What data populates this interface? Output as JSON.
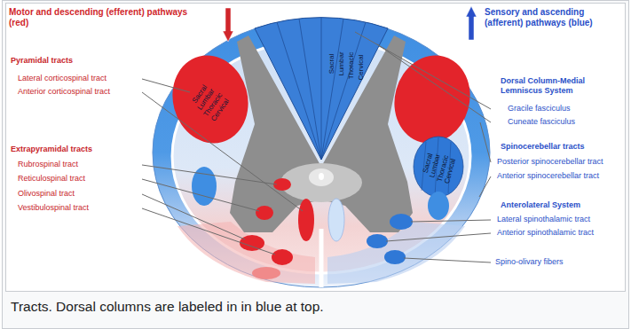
{
  "diagram": {
    "caption": "Tracts. Dorsal columns are labeled in in blue at top.",
    "labels": [
      "Pyramidal tracts",
      "Lateral corticospinal tract",
      "Anterior corticospinal tract",
      "Extrapyramidal tracts",
      "Rubrospinal tract",
      "Reticulospinal tract",
      "Olivospinal tract",
      "Vestibulospinal tract",
      "Dorsal Column-Medial Lemniscus System",
      "Gracile fasciculus",
      "Cuneate fasciculus",
      "Spinocerebellar tracts",
      "Posterior spinocerebellar tract",
      "Anterior spinocerebellar tract",
      "Anterolateral System",
      "Lateral spinothalamic tract",
      "Anterior spinothalamic tract",
      "Spino-olivary fibers",
      "Sacral",
      "Lumbar",
      "Thoracic",
      "Cervical",
      "Sacral",
      "Lumbar",
      "Thoracic",
      "Cervical",
      "Sacral",
      "Lumbar",
      "Thoracic",
      "Cervical"
    ],
    "legend": [
      {
        "text": "Motor and descending (efferent) pathways (red)",
        "color": "#d0262b"
      },
      {
        "text": "Sensory and ascending (afferent) pathways (blue)",
        "color": "#2a4fc8"
      }
    ]
  }
}
